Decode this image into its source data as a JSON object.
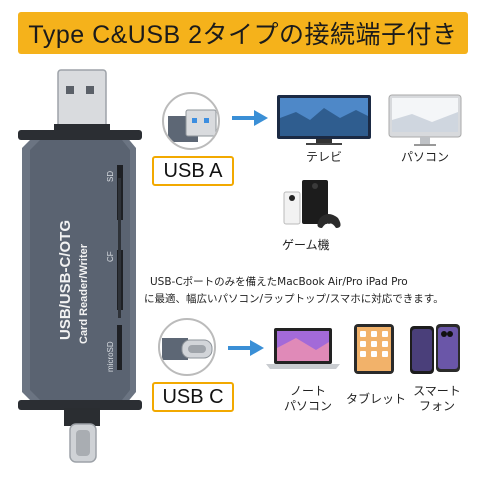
{
  "banner": {
    "title": "Type C&USB 2タイプの接続端子付き"
  },
  "reader": {
    "body_lines": [
      "USB/USB-C/OTG",
      "Card Reader/Writer"
    ],
    "slot_sd": "SD",
    "slot_cf": "CF",
    "slot_microsd": "microSD"
  },
  "connectors": {
    "usb_a_label": "USB A",
    "usb_c_label": "USB C"
  },
  "devices_top": [
    {
      "label": "テレビ",
      "icon": "tv-icon"
    },
    {
      "label": "パソコン",
      "icon": "imac-icon"
    },
    {
      "label": "ゲーム機",
      "icon": "game-console-icon"
    }
  ],
  "devices_bottom": [
    {
      "label_line1": "ノート",
      "label_line2": "パソコン",
      "icon": "laptop-icon"
    },
    {
      "label_line1": "タブレット",
      "label_line2": "",
      "icon": "tablet-icon"
    },
    {
      "label_line1": "スマート",
      "label_line2": "フォン",
      "icon": "smartphone-icon"
    }
  ],
  "description": {
    "line1": "USB-Cポートのみを備えたMacBook Air/Pro iPad Pro",
    "line2": "に最適、幅広いパソコン/ラップトップ/スマホに対応できます。"
  },
  "colors": {
    "accent": "#f5b21b",
    "arrow": "#3a8fd6",
    "reader_body": "#5d6775"
  }
}
